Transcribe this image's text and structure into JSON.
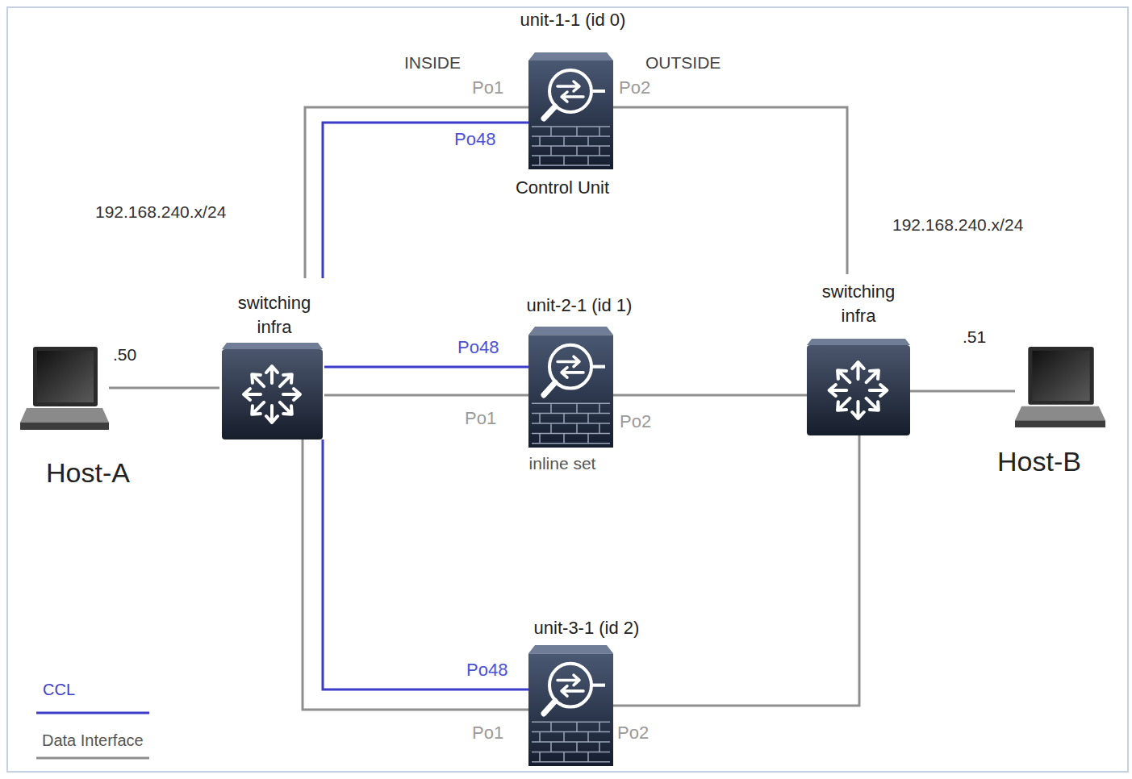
{
  "diagram": {
    "nodes": [
      {
        "text": [
          "Host-A"
        ]
      },
      {
        "text": [
          "switching infra"
        ]
      },
      {
        "text": [
          "unit-1-1 (id 0)",
          "Control Unit"
        ]
      },
      {
        "text": [
          "unit-2-1 (id 1)",
          "inline set"
        ]
      },
      {
        "text": [
          "unit-3-1 (id 2)"
        ]
      },
      {
        "text": [
          "switching infra"
        ]
      },
      {
        "text": [
          "Host-B"
        ]
      }
    ],
    "edges": [
      {
        "from": 0,
        "to": 1,
        "arrow": "none",
        "label": ".50"
      },
      {
        "from": 1,
        "to": 2,
        "arrow": "none",
        "label": "Po1"
      },
      {
        "from": 1,
        "to": 2,
        "arrow": "none",
        "label": "Po48"
      },
      {
        "from": 1,
        "to": 3,
        "arrow": "none",
        "label": "Po48"
      },
      {
        "from": 1,
        "to": 3,
        "arrow": "none",
        "label": "Po1"
      },
      {
        "from": 1,
        "to": 4,
        "arrow": "none",
        "label": "Po1"
      },
      {
        "from": 1,
        "to": 4,
        "arrow": "none",
        "label": "Po48"
      },
      {
        "from": 2,
        "to": 5,
        "arrow": "none",
        "label": "Po2"
      },
      {
        "from": 3,
        "to": 5,
        "arrow": "none",
        "label": "Po2"
      },
      {
        "from": 4,
        "to": 5,
        "arrow": "none",
        "label": "Po2"
      },
      {
        "from": 5,
        "to": 6,
        "arrow": "none",
        "label": ".51"
      }
    ],
    "labels": [
      "INSIDE",
      "OUTSIDE",
      "192.168.240.x/24",
      "192.168.240.x/24"
    ],
    "legend": [
      {
        "text": "CCL"
      },
      {
        "text": "Data Interface"
      }
    ]
  }
}
